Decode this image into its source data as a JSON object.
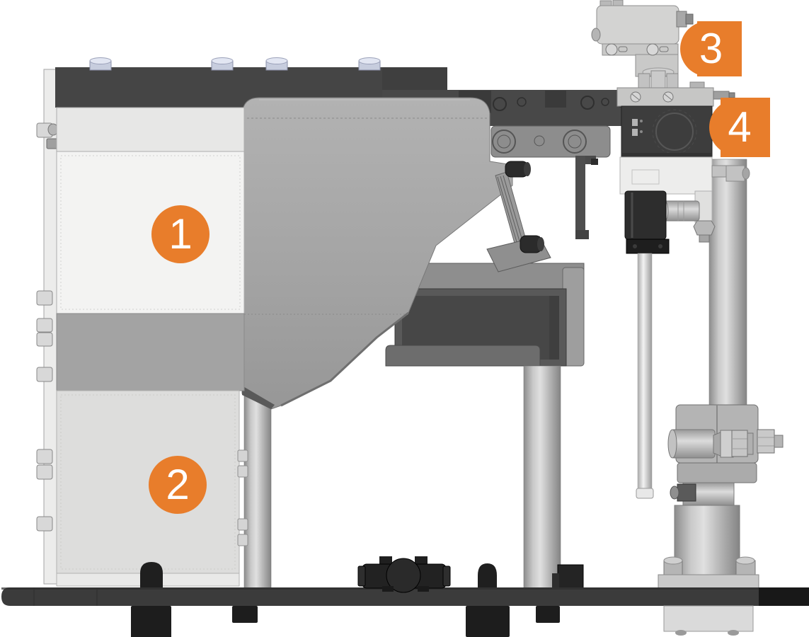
{
  "figure": {
    "kind": "technical-illustration",
    "subject": "grayscale side view of a benchtop dosing instrument on a base plate",
    "background_color": "#ffffff",
    "accent_color": "#e87d2b",
    "marker_text_color": "#ffffff",
    "callouts": [
      {
        "label": "1",
        "marker": "circle"
      },
      {
        "label": "2",
        "marker": "circle"
      },
      {
        "label": "3",
        "marker": "circle-square"
      },
      {
        "label": "4",
        "marker": "circle-square"
      }
    ]
  }
}
